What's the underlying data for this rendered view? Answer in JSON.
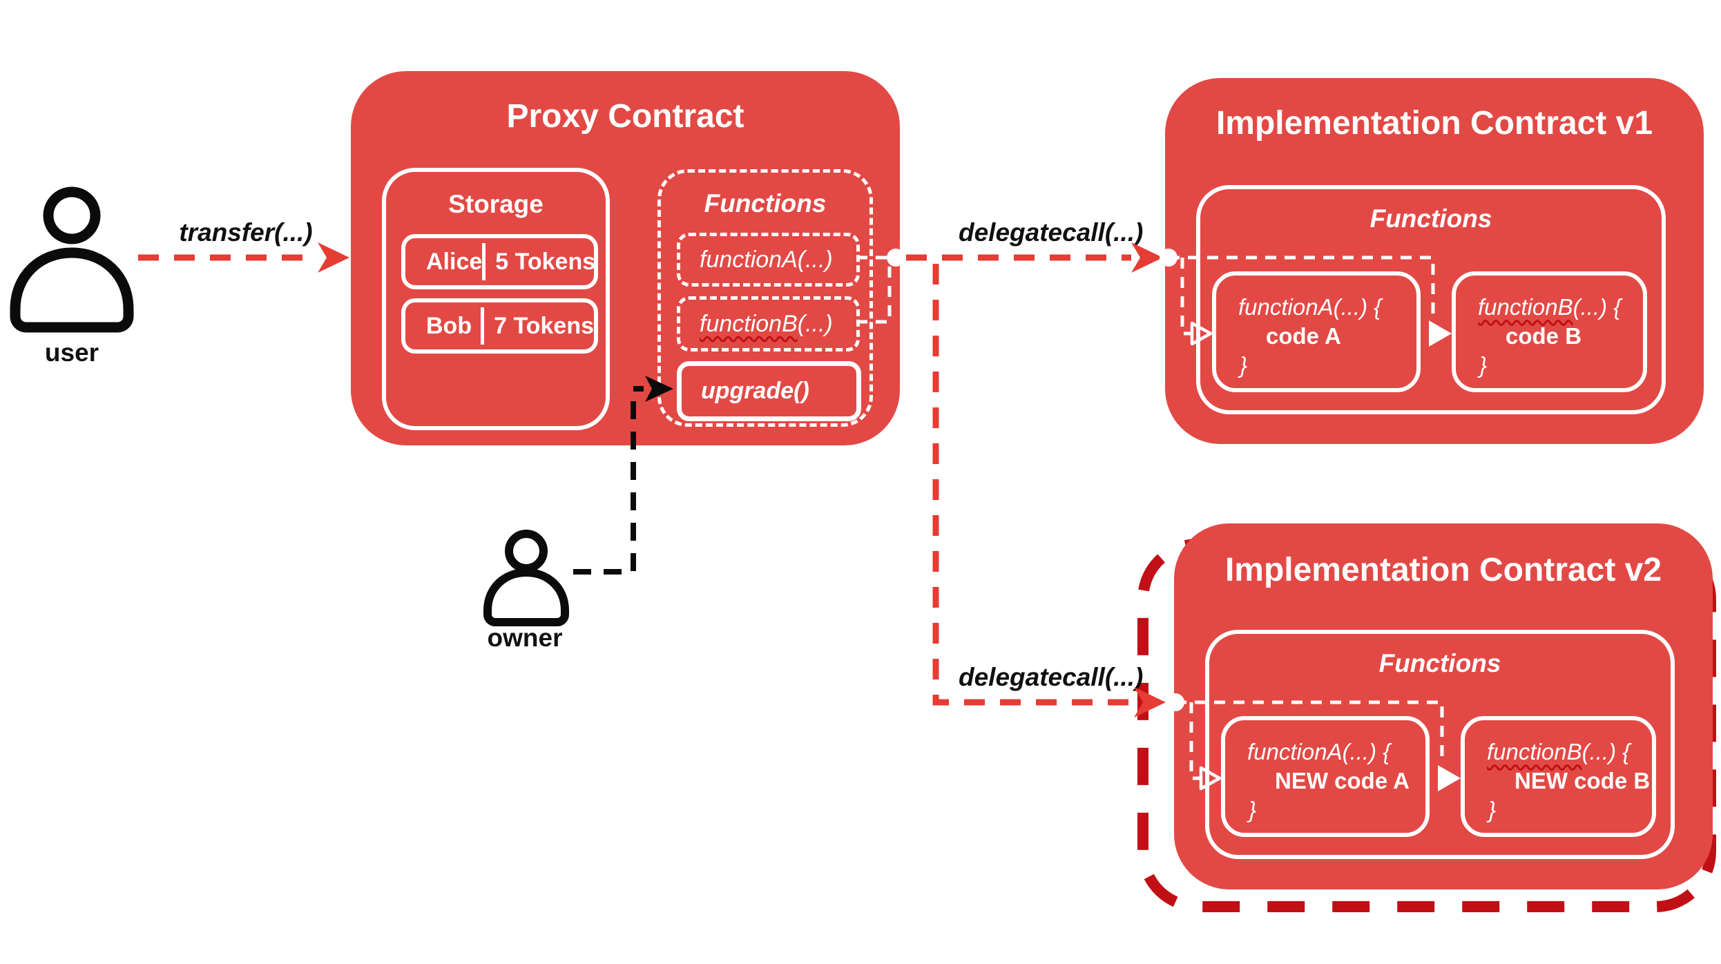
{
  "colors": {
    "box_red": "#E24945",
    "arrow_red": "#E53C34",
    "dark_red": "#C01015",
    "text_dark": "#101010",
    "background": "#FFFFFF"
  },
  "actors": {
    "user_label": "user",
    "owner_label": "owner"
  },
  "flow_labels": {
    "transfer": "transfer(...)",
    "delegatecall_v1": "delegatecall(...)",
    "delegatecall_v2": "delegatecall(...)"
  },
  "proxy": {
    "title": "Proxy Contract",
    "storage": {
      "title": "Storage",
      "rows": [
        {
          "name": "Alice",
          "amount": "5 Tokens"
        },
        {
          "name": "Bob",
          "amount": "7 Tokens"
        }
      ]
    },
    "functions": {
      "title": "Functions",
      "function_a": {
        "name": "functionA",
        "args": "(...)"
      },
      "function_b": {
        "name": "functionB",
        "args": "(...)"
      },
      "upgrade": {
        "label": "upgrade()"
      }
    }
  },
  "impl_v1": {
    "title": "Implementation Contract v1",
    "functions_title": "Functions",
    "function_a": {
      "name": "functionA",
      "sig_rest": "(...) {",
      "body": "code A",
      "close": "}"
    },
    "function_b": {
      "name": "functionB",
      "sig_rest": "(...) {",
      "body": "code B",
      "close": "}"
    }
  },
  "impl_v2": {
    "title": "Implementation Contract v2",
    "functions_title": "Functions",
    "function_a": {
      "name": "functionA",
      "sig_rest": "(...) {",
      "body": "NEW code A",
      "close": "}"
    },
    "function_b": {
      "name": "functionB",
      "sig_rest": "(...) {",
      "body": "NEW code B",
      "close": "}"
    }
  }
}
